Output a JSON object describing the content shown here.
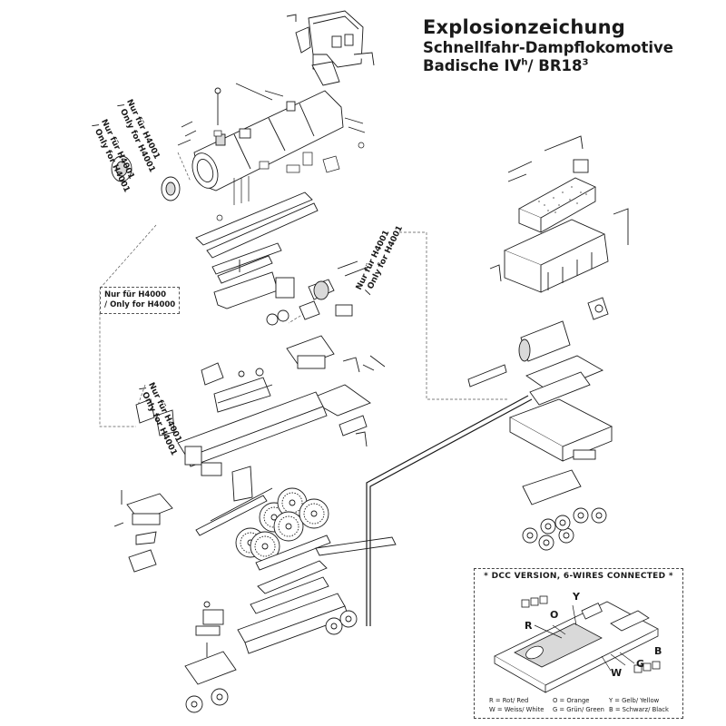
{
  "title": {
    "main": "Explosionzeichung",
    "line2": "Schnellfahr-Dampflokomotive",
    "line3_prefix": "Badische IV",
    "line3_sup1": "h",
    "line3_mid": "/ BR18",
    "line3_sup2": "3"
  },
  "notes": {
    "h4001_a": [
      "Nur für H4001",
      "/ Only for H4001"
    ],
    "h4001_b": [
      "Nur für H4001",
      "/ Only for H4001"
    ],
    "h4001_c": [
      "Nur für H4001",
      "/ Only for H4001"
    ],
    "h4001_d": [
      "Nur für H4001",
      "/ Only for H4001"
    ],
    "h4000": [
      "Nur für H4000",
      "/ Only for H4000"
    ]
  },
  "dcc": {
    "title": "* DCC VERSION, 6-WIRES CONNECTED *",
    "letters": {
      "r": "R",
      "o": "O",
      "y": "Y",
      "w": "W",
      "g": "G",
      "b": "B"
    },
    "legend": [
      [
        "R = Rot/ Red",
        "O = Orange",
        "Y = Gelb/ Yellow"
      ],
      [
        "W = Weiss/ White",
        "G = Grün/ Green",
        "B = Schwarz/ Black"
      ]
    ]
  },
  "colors": {
    "line": "#1a1a1a",
    "fill_light": "#ffffff",
    "fill_grey": "#d9d9d9",
    "fill_dark": "#9a9a9a"
  }
}
